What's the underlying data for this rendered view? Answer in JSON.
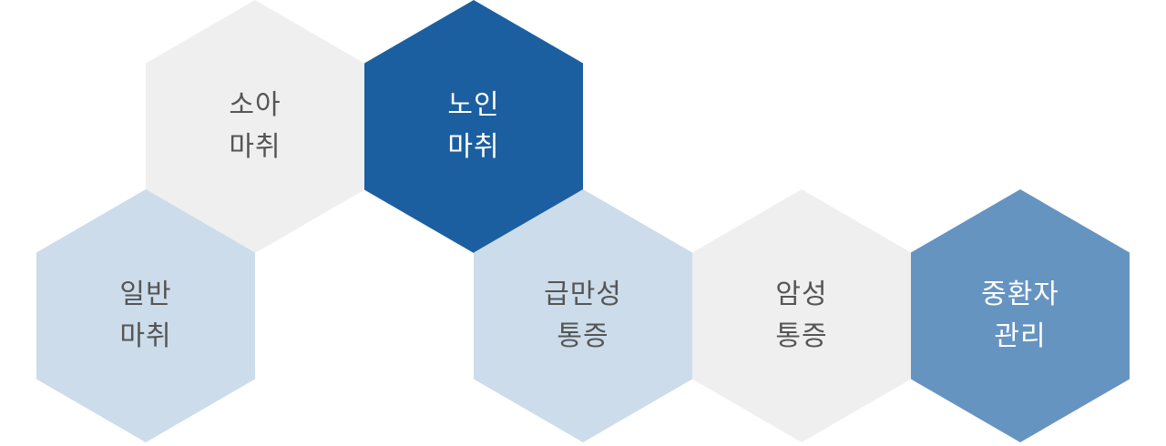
{
  "tiles": [
    {
      "id": "pediatric",
      "lines": [
        "소아",
        "마취"
      ],
      "color": "#efefef",
      "text_color": "#555555"
    },
    {
      "id": "geriatric",
      "lines": [
        "노인",
        "마취"
      ],
      "color": "#1b5fa1",
      "text_color": "#ffffff"
    },
    {
      "id": "general",
      "lines": [
        "일반",
        "마취"
      ],
      "color": "#ccdcea",
      "text_color": "#555555"
    },
    {
      "id": "acute-chronic-pain",
      "lines": [
        "급만성",
        "통증"
      ],
      "color": "#ccdcea",
      "text_color": "#555555"
    },
    {
      "id": "cancer-pain",
      "lines": [
        "암성",
        "통증"
      ],
      "color": "#efefef",
      "text_color": "#555555"
    },
    {
      "id": "critical-care",
      "lines": [
        "중환자",
        "관리"
      ],
      "color": "#6694c1",
      "text_color": "#ffffff"
    }
  ]
}
